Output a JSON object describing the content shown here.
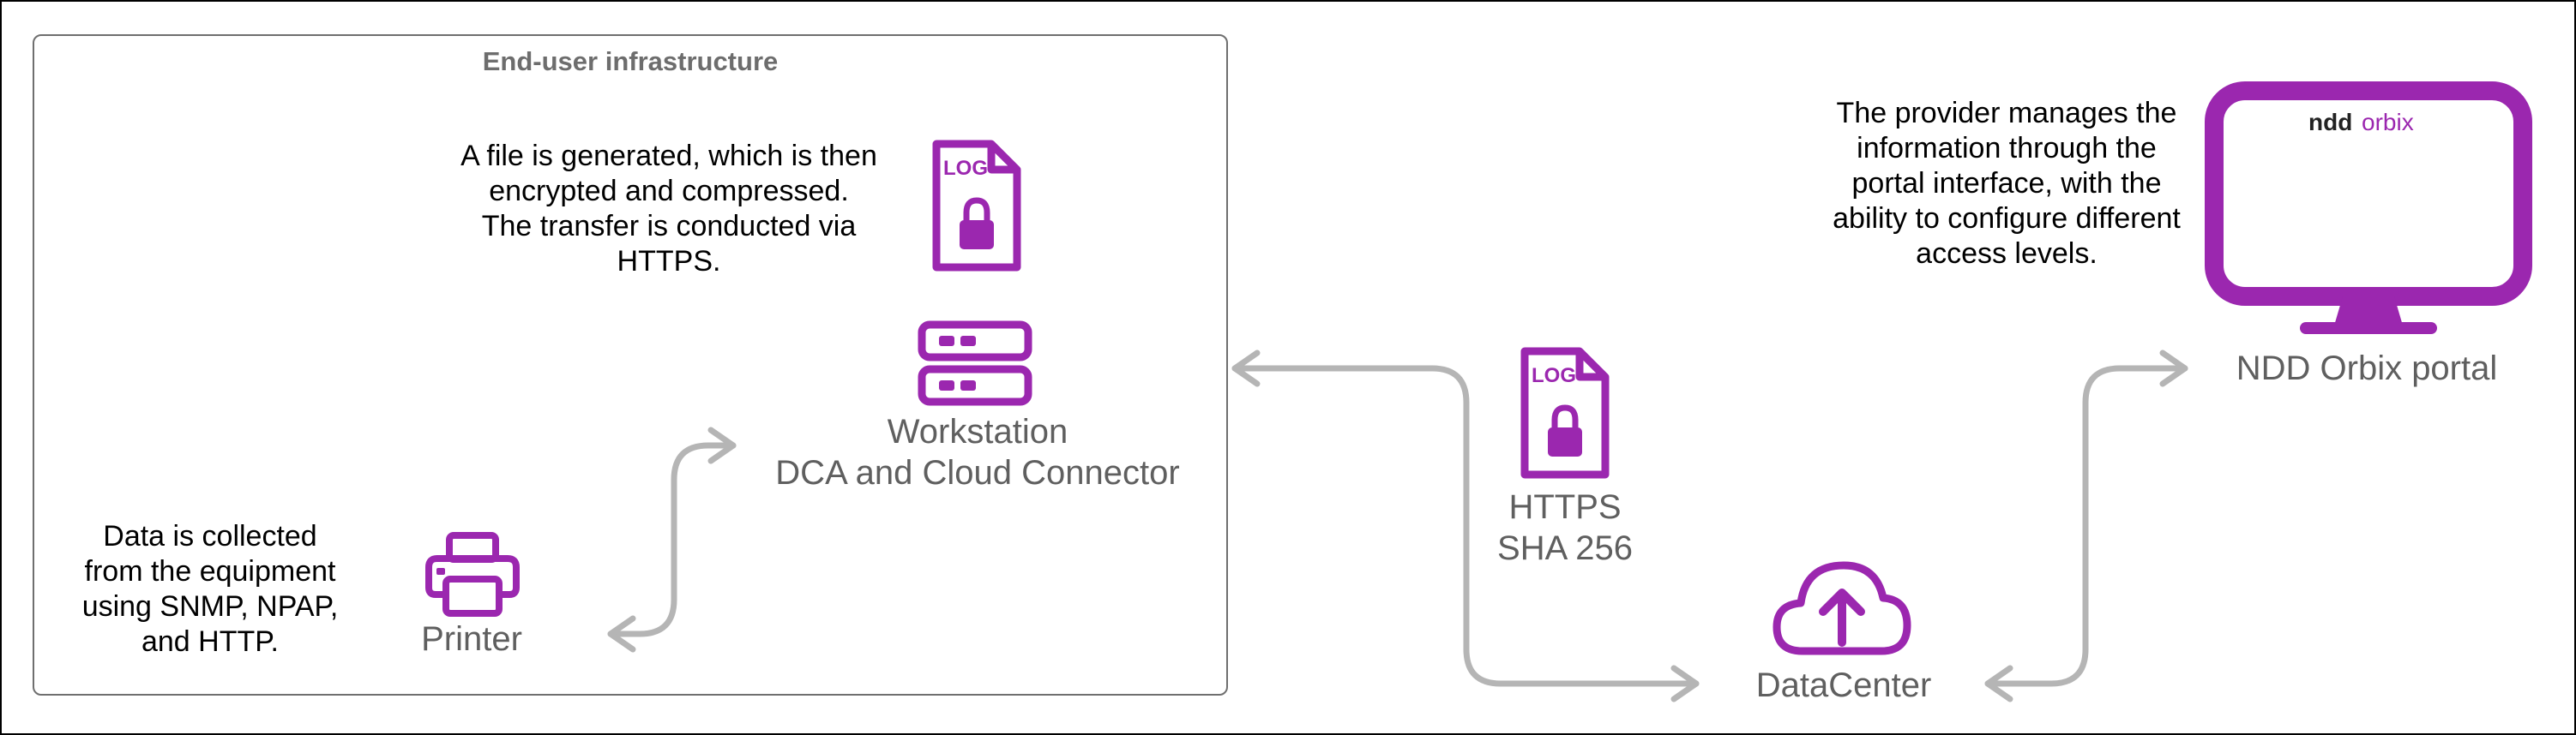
{
  "infrastructure": {
    "title": "End-user infrastructure"
  },
  "notes": {
    "file": [
      "A file is generated, which is then",
      "encrypted and compressed.",
      "The transfer is conducted via",
      "HTTPS."
    ],
    "data": [
      "Data is collected",
      "from the equipment",
      "using SNMP, NPAP,",
      "and HTTP."
    ],
    "provider": [
      "The provider manages the",
      "information through the",
      "portal interface, with the",
      "ability to configure different",
      "access levels."
    ]
  },
  "nodes": {
    "workstation": [
      "Workstation",
      "DCA and Cloud Connector"
    ],
    "printer": "Printer",
    "transfer": [
      "HTTPS",
      "SHA 256"
    ],
    "datacenter": "DataCenter",
    "portal": "NDD Orbix portal"
  },
  "icons": {
    "log_label": "LOG",
    "brand_left": "ndd",
    "brand_right": "orbix"
  },
  "colors": {
    "accent": "#9b27af",
    "arrow": "#b5b5b5",
    "label": "#5f5f5f",
    "frame": "#000000",
    "box_border": "#6f6f6f"
  }
}
